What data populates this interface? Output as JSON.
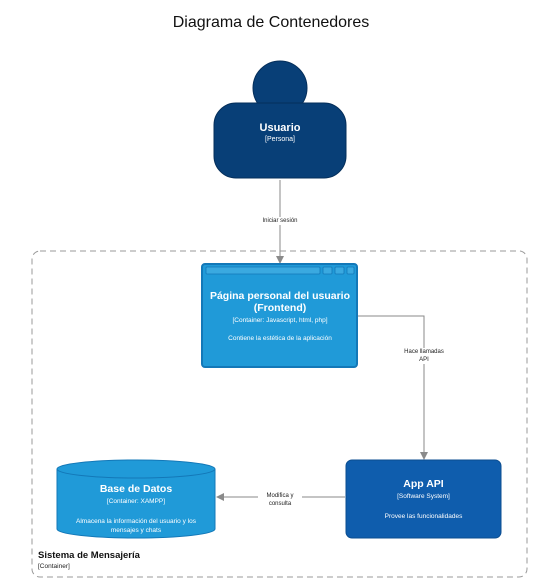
{
  "title": "Diagrama de Contenedores",
  "colors": {
    "person_fill": "#083f77",
    "frontend_fill": "#209ad8",
    "frontend_stroke": "#1378b8",
    "api_fill": "#0f5dad",
    "db_fill": "#209ad8",
    "edge": "#8a8a8a",
    "boundary": "#9a9a9a"
  },
  "person": {
    "name": "Usuario",
    "type": "[Persona]",
    "icon": "person-icon"
  },
  "frontend": {
    "title": "Página personal del usuario (Frontend)",
    "type": "[Container: Javascript, html, php]",
    "description": "Contiene la estética de la aplicación",
    "icon": "browser-window-icon"
  },
  "api": {
    "title": "App API",
    "type": "[Software System]",
    "description": "Provee las funcionalidades"
  },
  "database": {
    "title": "Base de Datos",
    "type": "[Container: XAMPP]",
    "description": "Almacena la información del usuario y los mensajes y chats",
    "icon": "database-cylinder-icon"
  },
  "edges": {
    "login": "Iniciar sesión",
    "api_calls": "Hace llamadas API",
    "modify": "Modifica y consulta"
  },
  "boundary": {
    "name": "Sistema de Mensajería",
    "type": "[Container]"
  }
}
